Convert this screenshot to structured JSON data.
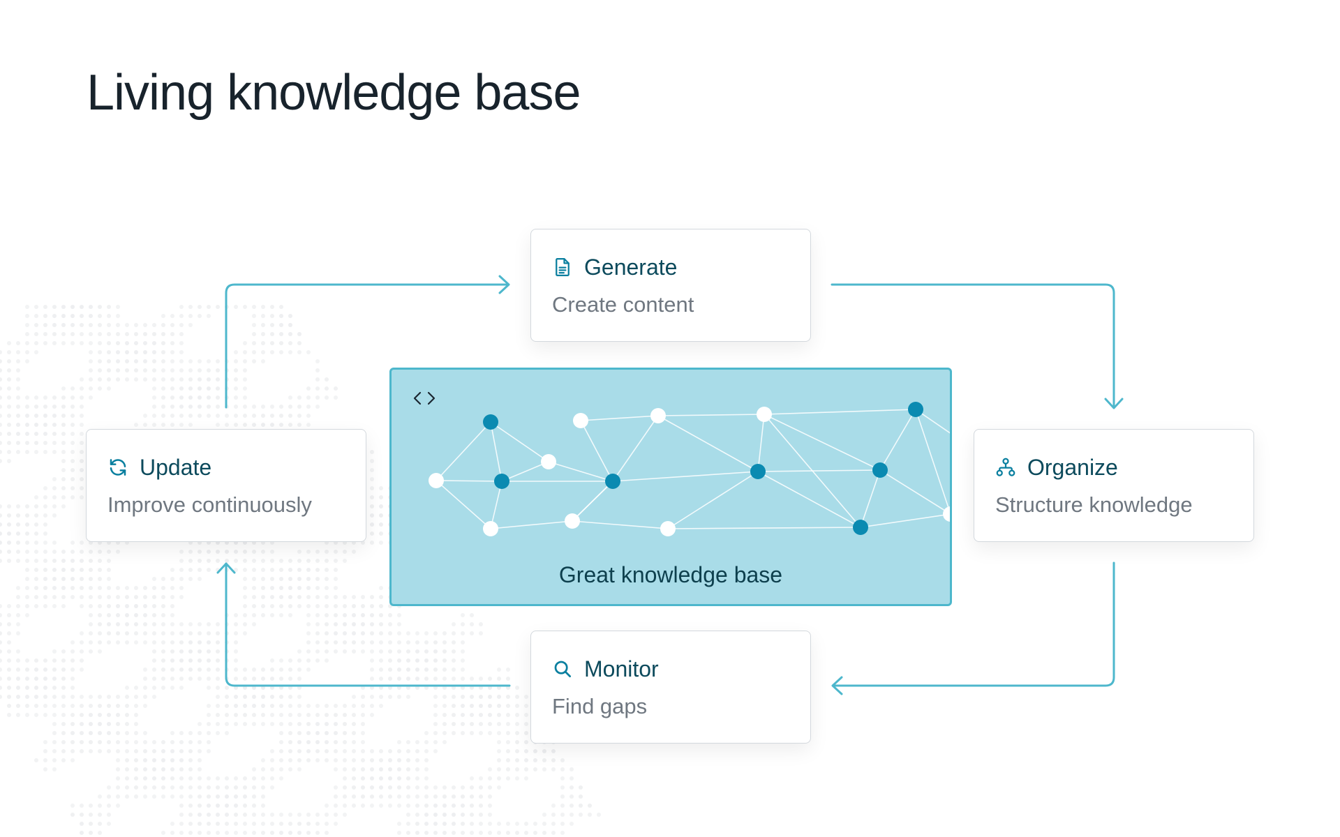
{
  "title": "Living knowledge base",
  "colors": {
    "accent": "#4db7cc",
    "center_fill": "#a9dce8",
    "node_dark": "#0a8ab1",
    "node_light": "#ffffff",
    "label_text": "#0c4a5c",
    "desc_text": "#6f7780"
  },
  "steps": {
    "generate": {
      "icon": "document-icon",
      "label": "Generate",
      "description": "Create content"
    },
    "organize": {
      "icon": "hierarchy-icon",
      "label": "Organize",
      "description": "Structure knowledge"
    },
    "monitor": {
      "icon": "search-icon",
      "label": "Monitor",
      "description": "Find gaps"
    },
    "update": {
      "icon": "refresh-icon",
      "label": "Update",
      "description": "Improve continuously"
    }
  },
  "center": {
    "icon": "code-icon",
    "label": "Great knowledge base"
  }
}
